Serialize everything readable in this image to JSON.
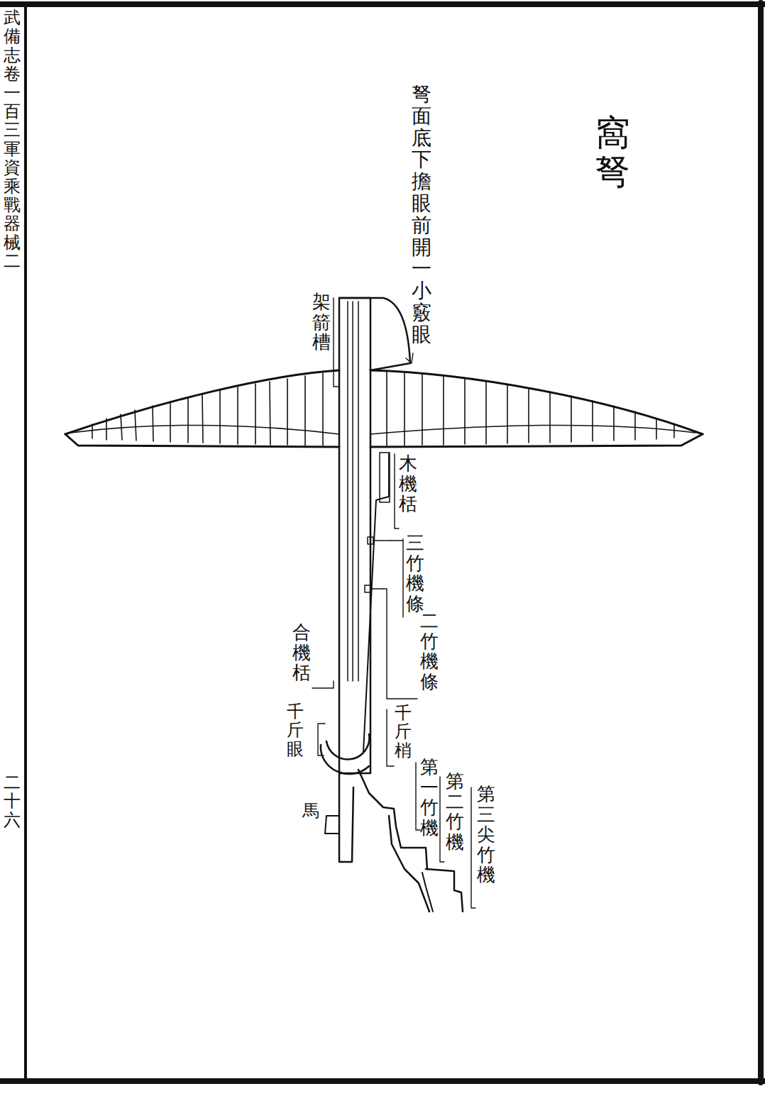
{
  "diagram": {
    "title": "窩弩",
    "labels": [
      "弩面底下擔眼前開一小竅眼",
      "架箭槽",
      "木機栝",
      "三竹機條",
      "二竹機條",
      "合機栝",
      "千斤眼",
      "千斤梢",
      "第一竹機",
      "第二竹機",
      "第三尖竹機",
      "馬",
      "武備志卷一百三 軍資乘 戰 器械二",
      "二十六"
    ]
  }
}
